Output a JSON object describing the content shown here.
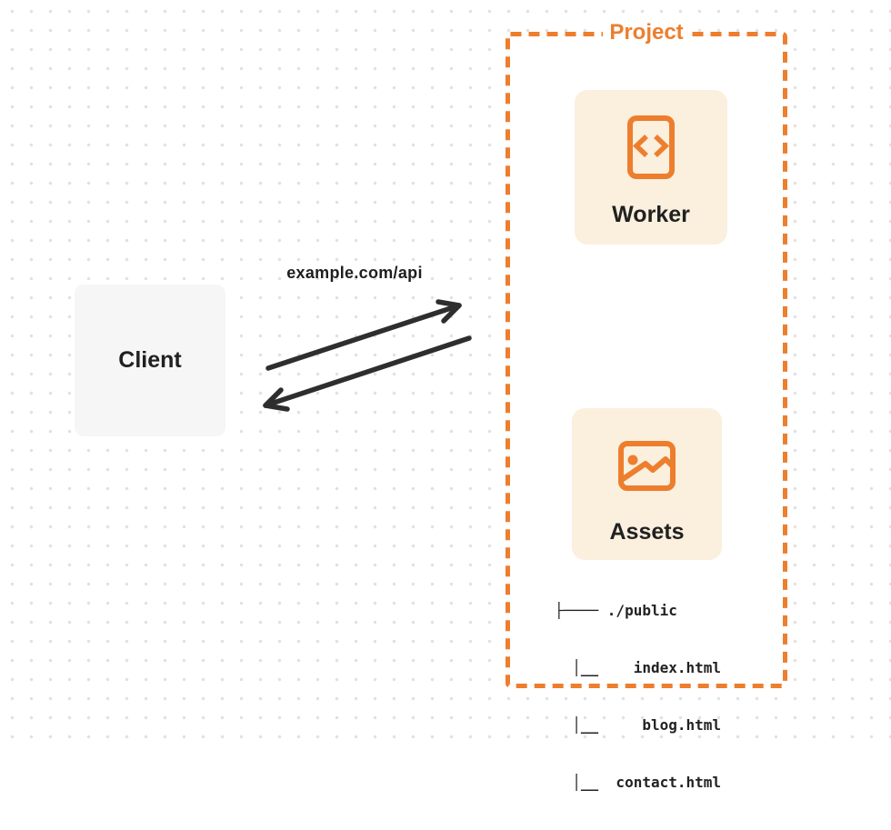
{
  "colors": {
    "accent": "#ED7E2D",
    "card_bg": "#FBEFDE",
    "client_bg": "#F6F6F6",
    "arrow": "#2E2E2E",
    "text": "#212121",
    "dot": "#E1E1E1",
    "page_bg": "#FFFFFF"
  },
  "client": {
    "label": "Client"
  },
  "request": {
    "label": "example.com/api"
  },
  "project": {
    "label": "Project",
    "worker": {
      "label": "Worker",
      "icon": "code-file-icon"
    },
    "assets": {
      "label": "Assets",
      "icon": "image-icon"
    },
    "file_tree": {
      "root": "./public",
      "files": [
        "index.html",
        "blog.html",
        "contact.html"
      ],
      "lines": [
        "├──── ./public",
        "  │__    index.html",
        "  │__     blog.html",
        "  │__  contact.html"
      ]
    }
  }
}
